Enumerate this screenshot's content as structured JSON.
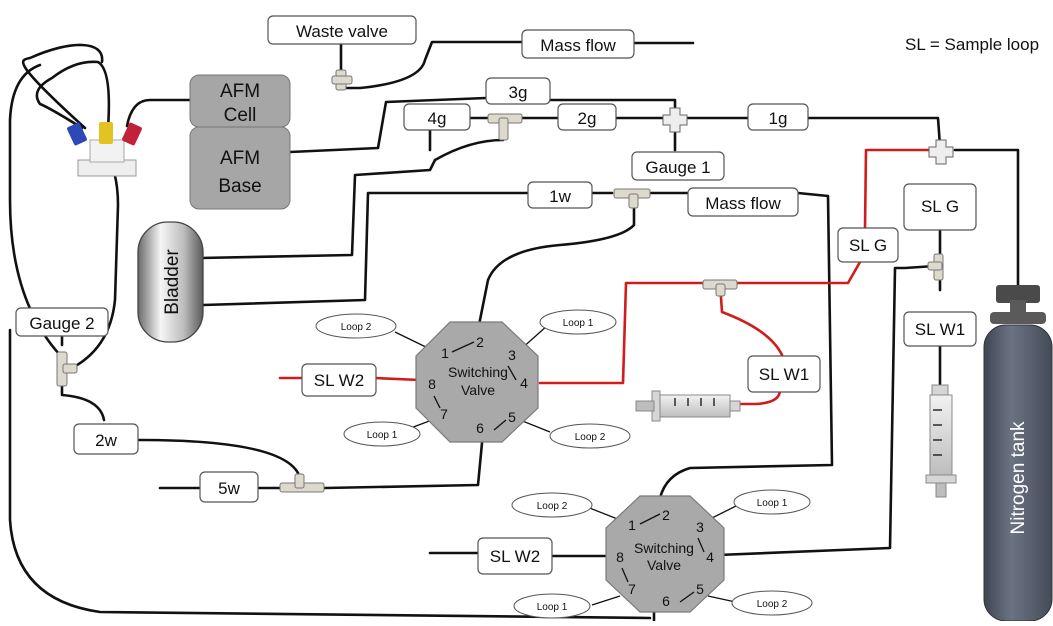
{
  "legend": "SL = Sample loop",
  "afm": {
    "cell": [
      "AFM",
      "Cell"
    ],
    "base": [
      "AFM",
      "Base"
    ]
  },
  "bladder": "Bladder",
  "labels": {
    "waste_valve": "Waste valve",
    "mass_flow_top": "Mass flow",
    "mass_flow_mid": "Mass flow",
    "g3": "3g",
    "g4": "4g",
    "g2": "2g",
    "g1": "1g",
    "gauge1": "Gauge 1",
    "w1": "1w",
    "gauge2": "Gauge 2",
    "w2": "2w",
    "w5": "5w",
    "slg_left": "SL G",
    "slg_right": "SL G",
    "slw1_mid": "SL W1",
    "slw1_right": "SL W1",
    "slw2_upper": "SL W2",
    "slw2_lower": "SL W2"
  },
  "valve_upper": {
    "title": [
      "Switching",
      "Valve"
    ],
    "ports": [
      "1",
      "2",
      "3",
      "4",
      "5",
      "6",
      "7",
      "8"
    ],
    "loops": {
      "top_left": "Loop 2",
      "top_right": "Loop 1",
      "bottom_left": "Loop 1",
      "bottom_right": "Loop 2"
    }
  },
  "valve_lower": {
    "title": [
      "Switching",
      "Valve"
    ],
    "ports": [
      "1",
      "2",
      "3",
      "4",
      "5",
      "6",
      "7",
      "8"
    ],
    "loops": {
      "top_left": "Loop 2",
      "top_right": "Loop 1",
      "bottom_left": "Loop 1",
      "bottom_right": "Loop 2"
    }
  },
  "tank": "Nitrogen tank",
  "colors": {
    "red_line": "#d21b1b",
    "black_line": "#111111",
    "valve_gray": "#a9a9a9",
    "tank_body": "#5d6473"
  }
}
